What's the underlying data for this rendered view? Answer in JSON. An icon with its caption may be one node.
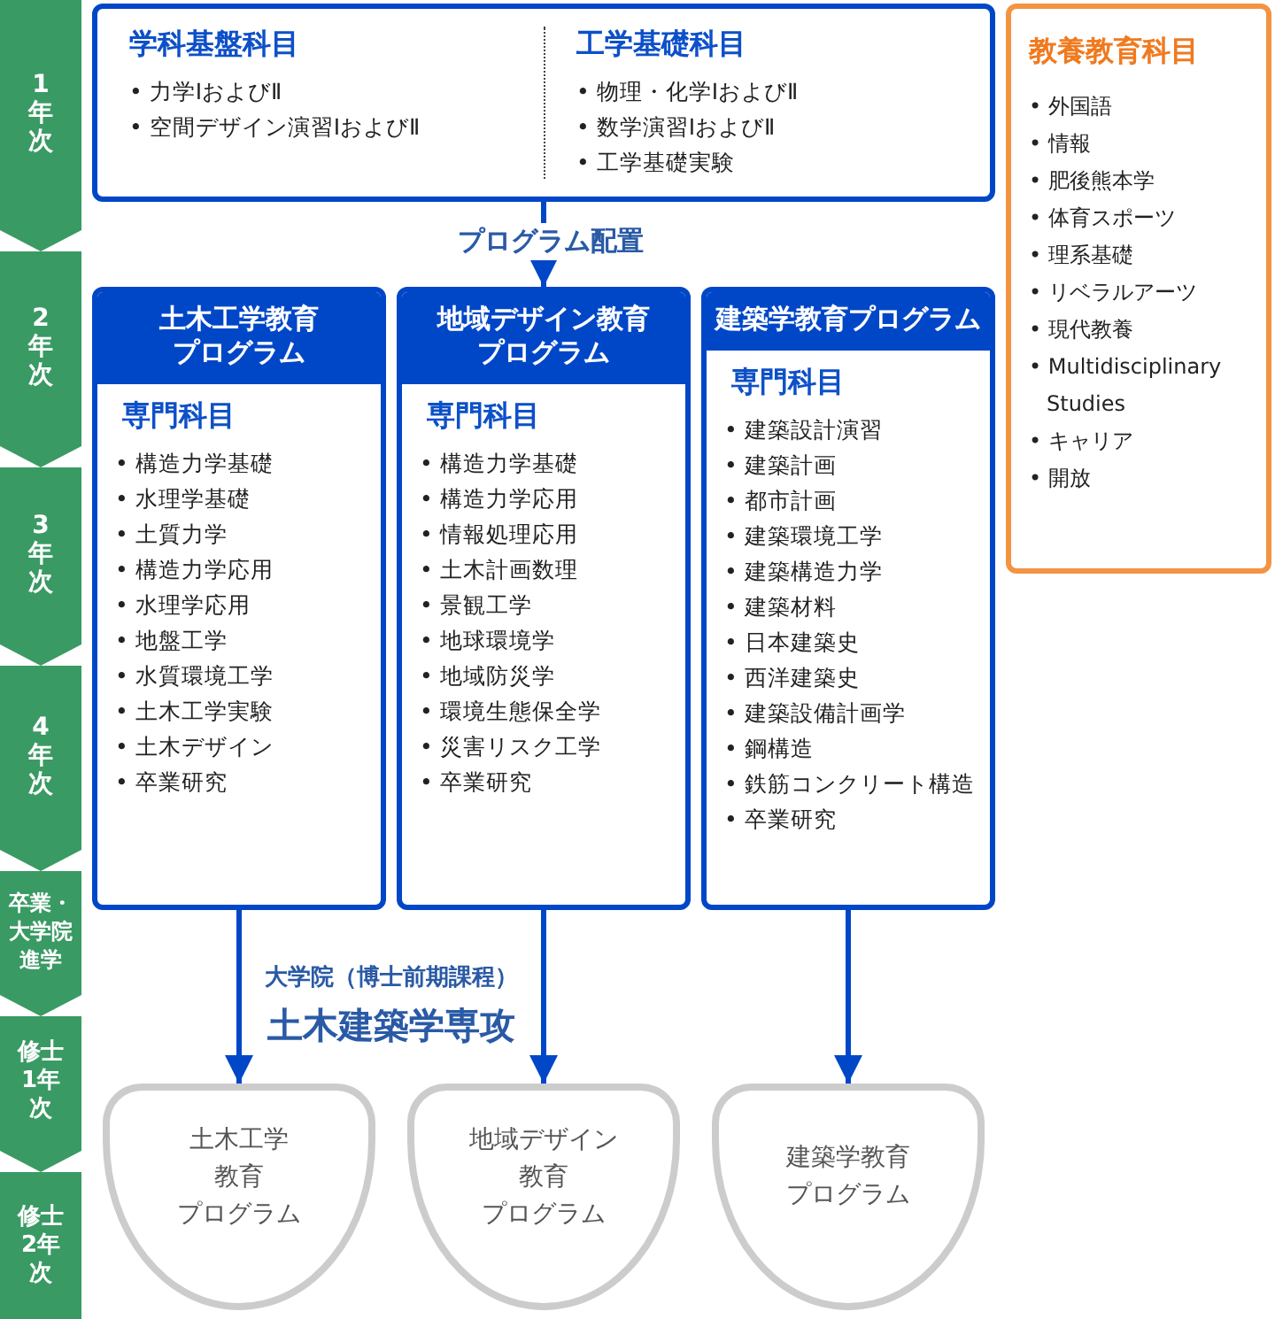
{
  "diagram": {
    "nodes": [
      {
        "text": [
          "学科基盤科目",
          "• 力学ⅠおよびⅡ",
          "• 空間デザイン演習ⅠおよびⅡ",
          "工学基礎科目",
          "• 物理・化学ⅠおよびⅡ",
          "• 数学演習ⅠおよびⅡ",
          "• 工学基礎実験"
        ]
      },
      {
        "text": [
          "教養教育科目",
          "• 外国語",
          "• 情報",
          "• 肥後熊本学",
          "• 体育スポーツ",
          "• 理系基礎",
          "• リベラルアーツ",
          "• 現代教養",
          "• Multidisciplinary Studies",
          "• キャリア",
          "• 開放"
        ]
      },
      {
        "text": [
          "土木工学教育プログラム",
          "専門科目",
          "• 構造力学基礎",
          "• 水理学基礎",
          "• 土質力学",
          "• 構造力学応用",
          "• 水理学応用",
          "• 地盤工学",
          "• 水質環境工学",
          "• 土木工学実験",
          "• 土木デザイン",
          "• 卒業研究"
        ]
      },
      {
        "text": [
          "地域デザイン教育プログラム",
          "専門科目",
          "• 構造力学基礎",
          "• 構造力学応用",
          "• 情報処理応用",
          "• 土木計画数理",
          "• 景観工学",
          "• 地球環境学",
          "• 地域防災学",
          "• 環境生態保全学",
          "• 災害リスク工学",
          "• 卒業研究"
        ]
      },
      {
        "text": [
          "建築学教育プログラム",
          "専門科目",
          "• 建築設計演習",
          "• 建築計画",
          "• 都市計画",
          "• 建築環境工学",
          "• 建築構造力学",
          "• 建築材料",
          "• 日本建築史",
          "• 西洋建築史",
          "• 建築設備計画学",
          "• 鋼構造",
          "• 鉄筋コンクリート構造",
          "• 卒業研究"
        ]
      },
      {
        "text": [
          "土木工学教育プログラム"
        ]
      },
      {
        "text": [
          "地域デザイン教育プログラム"
        ]
      },
      {
        "text": [
          "建築学教育プログラム"
        ]
      },
      {
        "text": [
          "1年次"
        ]
      },
      {
        "text": [
          "2年次"
        ]
      },
      {
        "text": [
          "3年次"
        ]
      },
      {
        "text": [
          "4年次"
        ]
      },
      {
        "text": [
          "卒業・大学院進学"
        ]
      },
      {
        "text": [
          "修士1年次"
        ]
      },
      {
        "text": [
          "修士2年次"
        ]
      }
    ],
    "edges": [
      {
        "from": 0,
        "to": 3,
        "arrow": "to",
        "label": "プログラム配置",
        "color": "#0047c8"
      },
      {
        "from": 2,
        "to": 5,
        "arrow": "to",
        "color": "#0047c8"
      },
      {
        "from": 3,
        "to": 6,
        "arrow": "to",
        "color": "#0047c8"
      },
      {
        "from": 4,
        "to": 7,
        "arrow": "to",
        "color": "#0047c8"
      },
      {
        "from": 8,
        "to": 9,
        "arrow": "to",
        "color": "#3a9a64"
      },
      {
        "from": 9,
        "to": 10,
        "arrow": "to",
        "color": "#3a9a64"
      },
      {
        "from": 10,
        "to": 11,
        "arrow": "to",
        "color": "#3a9a64"
      },
      {
        "from": 11,
        "to": 12,
        "arrow": "to",
        "color": "#3a9a64"
      },
      {
        "from": 12,
        "to": 13,
        "arrow": "to",
        "color": "#3a9a64"
      },
      {
        "from": 13,
        "to": 14,
        "arrow": "to",
        "color": "#3a9a64"
      }
    ],
    "labels": [
      "大学院（博士前期課程）",
      "土木建築学専攻"
    ]
  }
}
